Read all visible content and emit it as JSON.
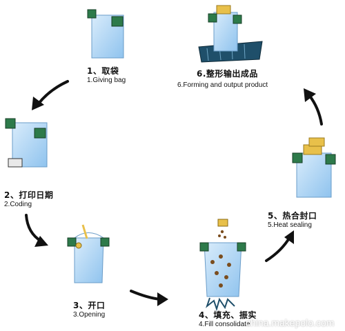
{
  "steps": [
    {
      "zh": "1、取袋",
      "en": "1.Giving bag",
      "icon": "empty-bag-icon"
    },
    {
      "zh": "2、打印日期",
      "en": "2.Coding",
      "icon": "coded-bag-icon"
    },
    {
      "zh": "3、开口",
      "en": "3.Opening",
      "icon": "open-bag-icon"
    },
    {
      "zh": "4、填充、振实",
      "en": "4.Fill consolidate",
      "icon": "filled-bag-icon"
    },
    {
      "zh": "5、热合封口",
      "en": "5.Heat sealing",
      "icon": "sealed-bag-icon"
    },
    {
      "zh": "6.整形输出成品",
      "en": "6.Forming and output product",
      "icon": "conveyor-product-icon"
    }
  ],
  "watermark": "china.makepolo.com",
  "colors": {
    "bag": "#aed3f2",
    "clip": "#2d7a4a",
    "seal": "#e8c04a",
    "arrow": "#111111"
  }
}
